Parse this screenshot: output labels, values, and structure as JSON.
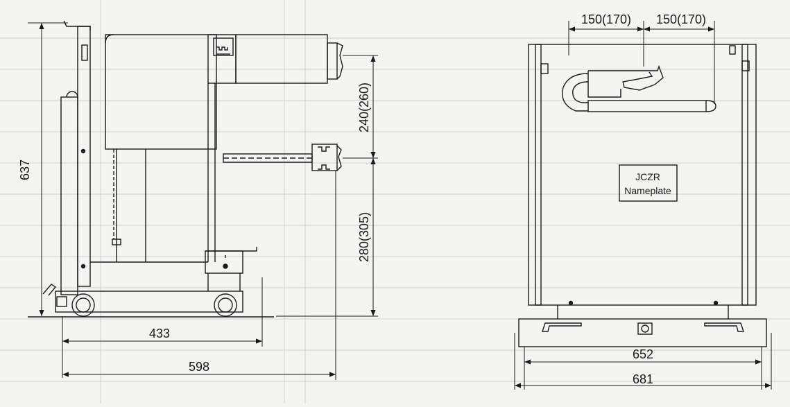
{
  "drawing": {
    "side_view": {
      "dim_height_total": "637",
      "dim_upper": "240(260)",
      "dim_lower": "280(305)",
      "dim_width_inner": "433",
      "dim_width_total": "598"
    },
    "front_view": {
      "dim_top_left": "150(170)",
      "dim_top_right": "150(170)",
      "nameplate_line1": "JCZR",
      "nameplate_line2": "Nameplate",
      "dim_width_inner": "652",
      "dim_width_total": "681"
    }
  },
  "colors": {
    "line": "#1a1a1a",
    "background": "#f4f4f2",
    "ghost": "#c9c9c9"
  }
}
